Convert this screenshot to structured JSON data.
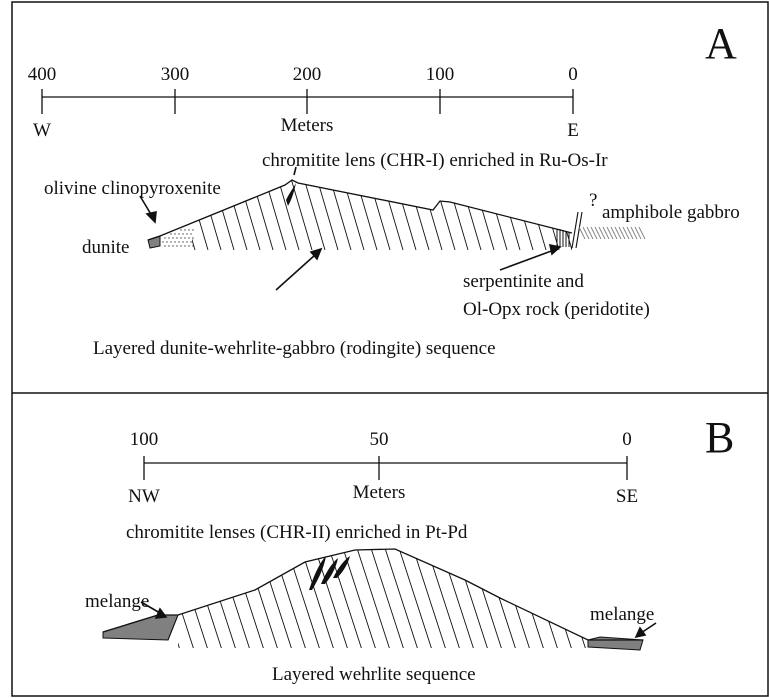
{
  "panels": {
    "a": {
      "letter": "A",
      "scale": {
        "ticks": [
          "400",
          "300",
          "200",
          "100",
          "0"
        ],
        "unit": "Meters",
        "left_dir": "W",
        "right_dir": "E"
      },
      "labels": {
        "chromitite": "chromitite lens (CHR-I) enriched in Ru-Os-Ir",
        "olivine": "olivine clinopyroxenite",
        "dunite": "dunite",
        "question": "?",
        "amphibole": "amphibole gabbro",
        "serpentinite_1": "serpentinite and",
        "serpentinite_2": "Ol-Opx rock (peridotite)",
        "layered": "Layered dunite-wehrlite-gabbro (rodingite) sequence"
      }
    },
    "b": {
      "letter": "B",
      "scale": {
        "ticks": [
          "100",
          "50",
          "0"
        ],
        "unit": "Meters",
        "left_dir": "NW",
        "right_dir": "SE"
      },
      "labels": {
        "chromitite": "chromitite lenses (CHR-II) enriched in Pt-Pd",
        "melange_left": "melange",
        "melange_right": "melange",
        "layered": "Layered wehrlite sequence"
      }
    }
  },
  "colors": {
    "line": "#111111",
    "melange_fill": "#808080",
    "dunite_fill": "#808080",
    "hatch_fill": "#b0b0b0"
  }
}
